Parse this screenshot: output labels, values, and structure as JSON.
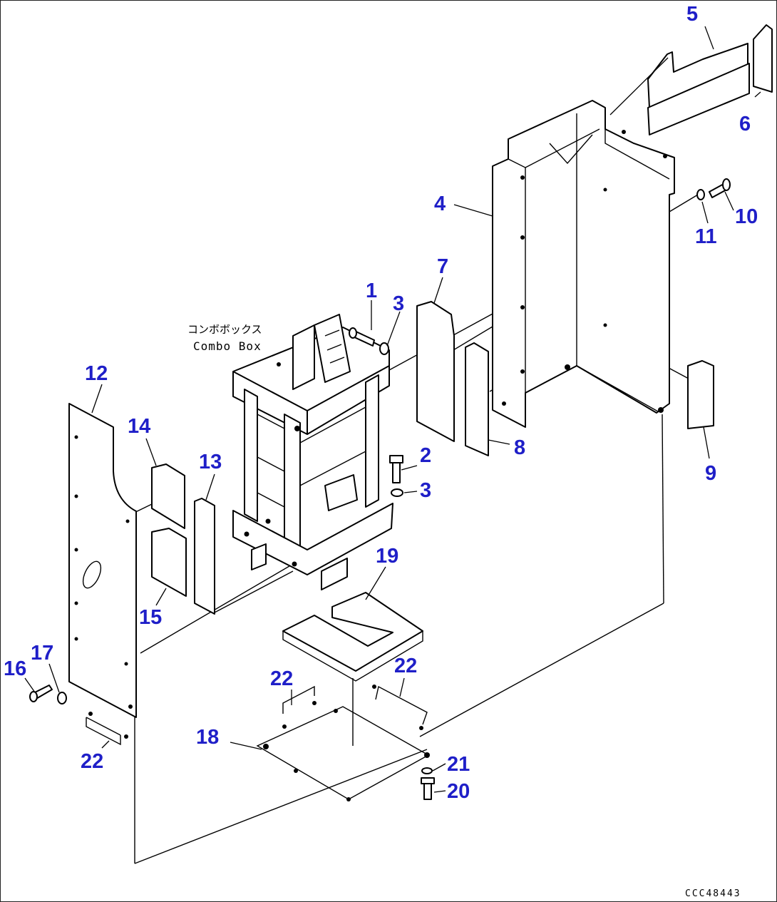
{
  "diagram": {
    "code": "CCC48443",
    "combo_box_label_jp": "コンボボックス",
    "combo_box_label_en": "Combo Box",
    "callouts": [
      {
        "id": "c1",
        "text": "1"
      },
      {
        "id": "c2",
        "text": "2"
      },
      {
        "id": "c3a",
        "text": "3"
      },
      {
        "id": "c3b",
        "text": "3"
      },
      {
        "id": "c4",
        "text": "4"
      },
      {
        "id": "c5",
        "text": "5"
      },
      {
        "id": "c6",
        "text": "6"
      },
      {
        "id": "c7",
        "text": "7"
      },
      {
        "id": "c8",
        "text": "8"
      },
      {
        "id": "c9",
        "text": "9"
      },
      {
        "id": "c10",
        "text": "10"
      },
      {
        "id": "c11",
        "text": "11"
      },
      {
        "id": "c12",
        "text": "12"
      },
      {
        "id": "c13",
        "text": "13"
      },
      {
        "id": "c14",
        "text": "14"
      },
      {
        "id": "c15",
        "text": "15"
      },
      {
        "id": "c16",
        "text": "16"
      },
      {
        "id": "c17",
        "text": "17"
      },
      {
        "id": "c18",
        "text": "18"
      },
      {
        "id": "c19",
        "text": "19"
      },
      {
        "id": "c20",
        "text": "20"
      },
      {
        "id": "c21",
        "text": "21"
      },
      {
        "id": "c22a",
        "text": "22"
      },
      {
        "id": "c22b",
        "text": "22"
      },
      {
        "id": "c22c",
        "text": "22"
      }
    ]
  }
}
